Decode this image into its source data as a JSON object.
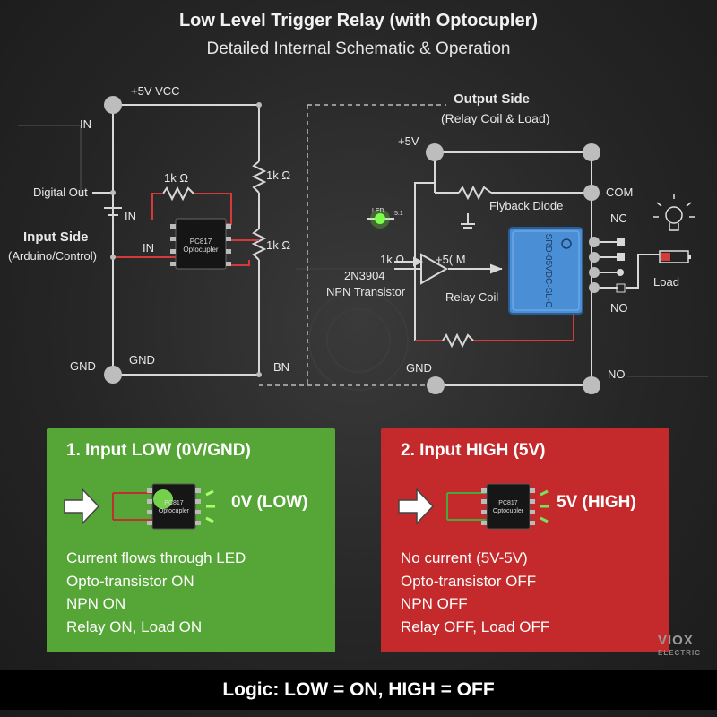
{
  "header": {
    "title": "Low Level Trigger Relay (with Optocupler)",
    "subtitle": "Detailed Internal Schematic & Operation"
  },
  "input_side": {
    "vcc": "+5V VCC",
    "in_top": "IN",
    "digital_out": "Digital Out",
    "in_mid": "IN",
    "title": "Input Side",
    "subtitle": "(Arduino/Control)",
    "in_low": "IN",
    "gnd_left": "GND",
    "gnd_mid": "GND",
    "bn": "BN",
    "r1": "1k Ω",
    "r2": "1k Ω",
    "r3": "1k Ω",
    "opto_line1": "PC817",
    "opto_line2": "Optocupler"
  },
  "output_side": {
    "title": "Output Side",
    "subtitle": "(Relay Coil & Load)",
    "vplus": "+5V",
    "com": "COM",
    "flyback": "Flyback Diode",
    "nc": "NC",
    "led": "LED",
    "led_r": "5:1",
    "r_in": "1k Ω",
    "v5m": "+5( M",
    "transistor_code": "2N3904",
    "transistor_type": "NPN Transistor",
    "relay_coil": "Relay Coil",
    "no_mid": "NO",
    "gnd": "GND",
    "no_bottom": "NO",
    "load": "Load",
    "relay_text": "SRD-05VDC-SL-C"
  },
  "panels": {
    "low": {
      "title": "1. Input LOW (0V/GND)",
      "state": "0V (LOW)",
      "chip_line1": "PC817",
      "chip_line2": "Optocupler",
      "lines": [
        "Current flows through LED",
        "Opto-transistor ON",
        "NPN ON",
        "Relay ON, Load ON"
      ]
    },
    "high": {
      "title": "2. Input HIGH (5V)",
      "state": "5V (HIGH)",
      "chip_line1": "PC817",
      "chip_line2": "Optocupler",
      "lines": [
        "No current (5V-5V)",
        "Opto-transistor OFF",
        "NPN OFF",
        "Relay OFF, Load OFF"
      ]
    }
  },
  "footer": {
    "logic": "Logic: LOW = ON, HIGH = OFF"
  },
  "brand": {
    "name": "VIOX",
    "sub": "ELECTRIC"
  },
  "colors": {
    "panel_low": "#55a636",
    "panel_high": "#c42a2b",
    "wire": "#d8d8d8",
    "wire_red": "#d43a3a",
    "relay_blue": "#4a8fd6"
  }
}
